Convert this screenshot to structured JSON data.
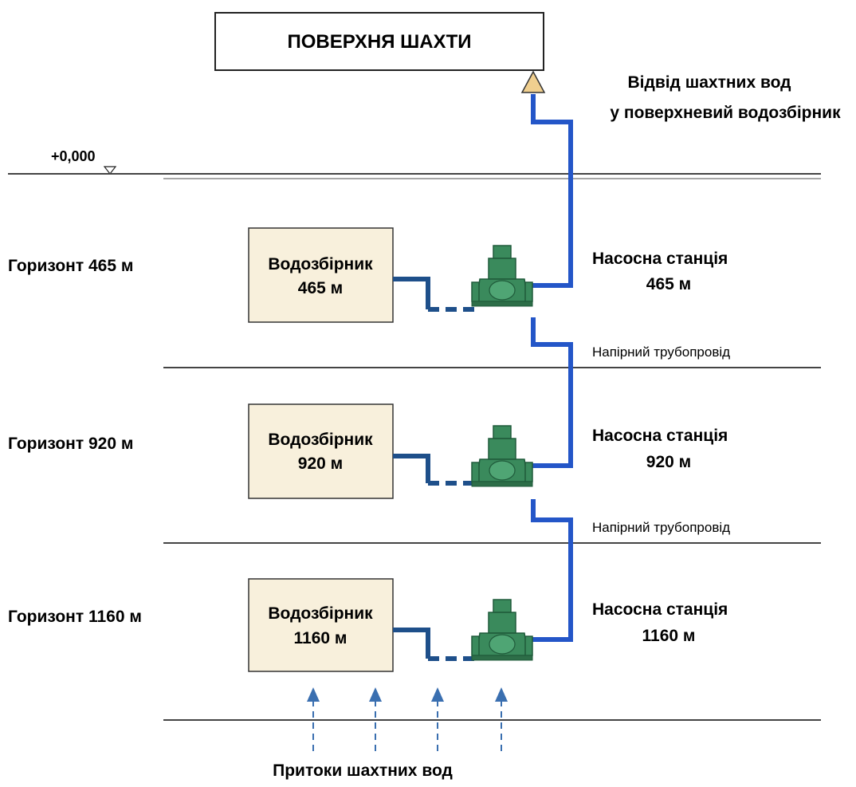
{
  "surface": {
    "title": "ПОВЕРХНЯ ШАХТИ"
  },
  "discharge": {
    "line1": "Відвід шахтних вод",
    "line2": "у поверхневий водозбірник"
  },
  "elevation": {
    "mark": "+0,000"
  },
  "levels": [
    {
      "horizon": "Горизонт 465 м",
      "tank_line1": "Водозбірник",
      "tank_line2": "465 м",
      "station_line1": "Насосна станція",
      "station_line2": "465 м"
    },
    {
      "horizon": "Горизонт 920 м",
      "tank_line1": "Водозбірник",
      "tank_line2": "920 м",
      "station_line1": "Насосна станція",
      "station_line2": "920 м"
    },
    {
      "horizon": "Горизонт 1160 м",
      "tank_line1": "Водозбірник",
      "tank_line2": "1160 м",
      "station_line1": "Насосна станція",
      "station_line2": "1160 м"
    }
  ],
  "pressure_pipe": [
    "Напірний трубопровід",
    "Напірний трубопровід"
  ],
  "inflow": {
    "label": "Притоки шахтних вод"
  },
  "colors": {
    "pipe": "#2456c8",
    "pipe_dark": "#1e4f8a",
    "pump": "#3a8a5c",
    "tank_fill": "#f8f0dc",
    "arrow_head": "#f0cf8f",
    "inflow_arrow": "#3a6fb0"
  }
}
